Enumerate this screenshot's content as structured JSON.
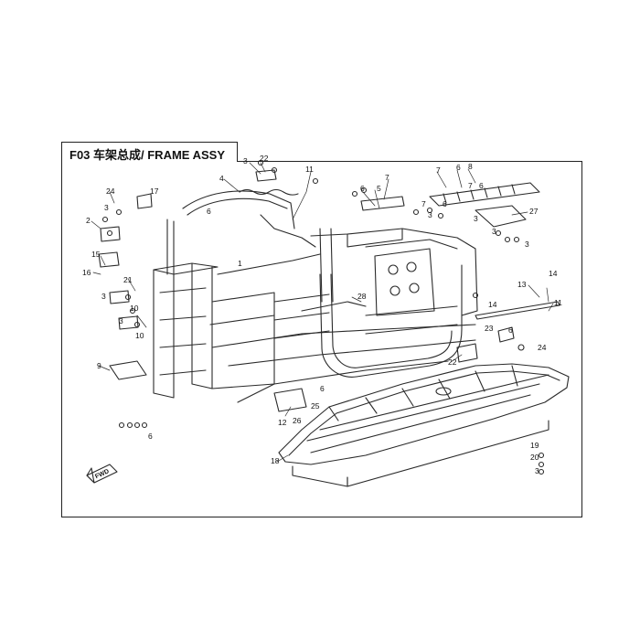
{
  "title": "F03 车架总成/ FRAME ASSY",
  "fwd_label": "FWD",
  "callouts": [
    "1",
    "2",
    "3",
    "4",
    "5",
    "6",
    "7",
    "8",
    "9",
    "10",
    "11",
    "12",
    "13",
    "14",
    "15",
    "16",
    "17",
    "18",
    "19",
    "20",
    "21",
    "22",
    "23",
    "24",
    "25",
    "26",
    "27",
    "28"
  ],
  "colors": {
    "line": "#2a2a2a",
    "fill": "#ffffff",
    "text": "#111111"
  }
}
